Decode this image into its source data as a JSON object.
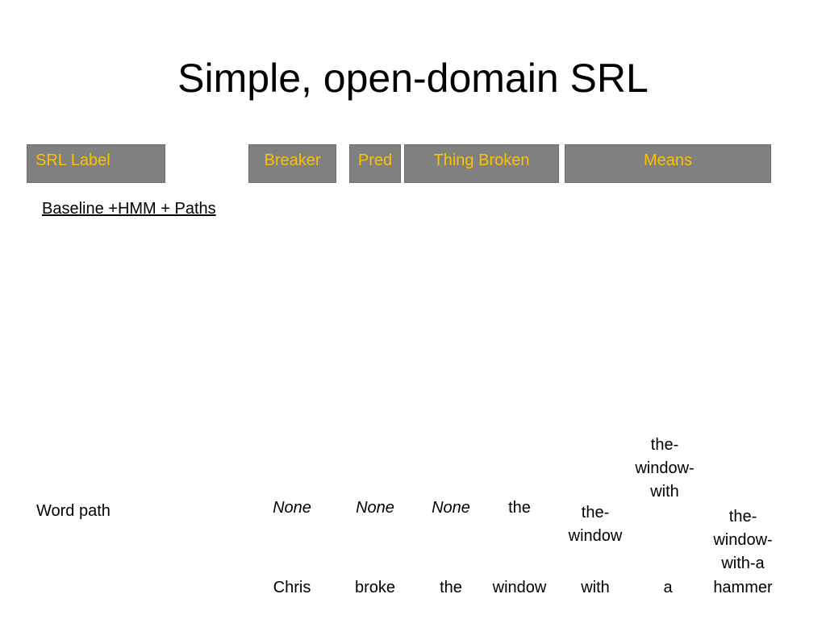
{
  "slide": {
    "title": "Simple, open-domain SRL",
    "header_boxes": [
      "SRL Label",
      "Breaker",
      "Pred",
      "Thing Broken",
      "Means"
    ],
    "subtitle": "Baseline +HMM + Paths",
    "row_label": "Word path",
    "word_path": [
      "None",
      "None",
      "None",
      "the",
      "the-\nwindow",
      "the-\nwindow-\nwith",
      "the-\nwindow-\nwith-a"
    ],
    "words": [
      "Chris",
      "broke",
      "the",
      "window",
      "with",
      "a",
      "hammer"
    ]
  },
  "colors": {
    "box_fill": "#808080",
    "box_text": "#ffc000"
  }
}
